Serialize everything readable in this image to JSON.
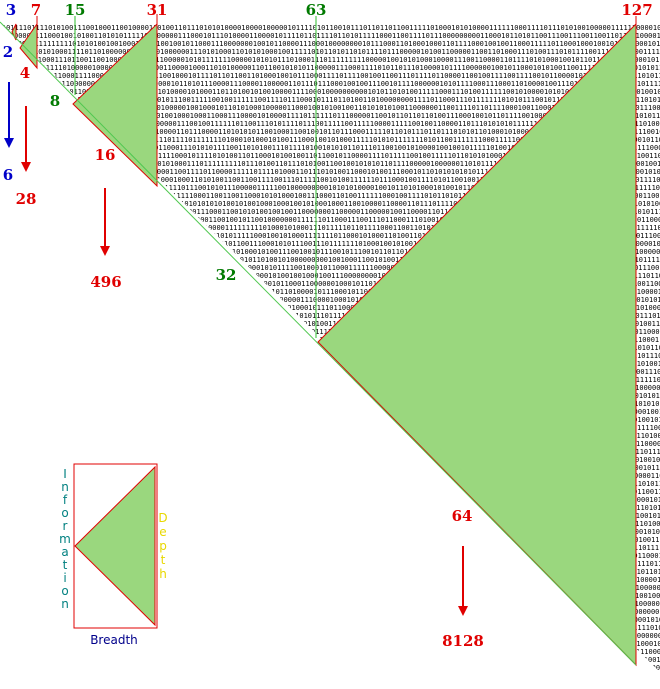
{
  "colors": {
    "red": "#e00000",
    "green": "#007a00",
    "blue": "#0000c8",
    "fill_green": "#9ad77e",
    "line_green": "#50c850",
    "teal": "#008080",
    "yellow": "#e8d800",
    "navy": "#00008b",
    "bits": "#000000"
  },
  "top_labels": {
    "n3": "3",
    "n7": "7",
    "n15": "15",
    "n31": "31",
    "n63": "63",
    "n127": "127"
  },
  "diagonal_labels": {
    "n2": "2",
    "n4": "4",
    "n8": "8",
    "n16": "16",
    "n32": "32",
    "n64": "64"
  },
  "arrow_results": {
    "n6": "6",
    "n28": "28",
    "n496": "496",
    "n8128": "8128"
  },
  "legend": {
    "information": [
      "I",
      "n",
      "f",
      "o",
      "r",
      "m",
      "a",
      "t",
      "i",
      "o",
      "n"
    ],
    "depth": [
      "D",
      "e",
      "p",
      "t",
      "h"
    ],
    "breadth": "Breadth"
  }
}
